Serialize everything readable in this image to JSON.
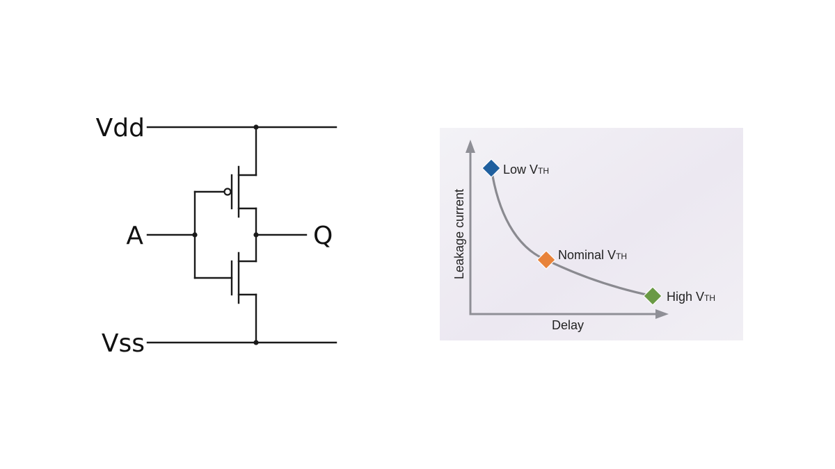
{
  "circuit": {
    "labels": {
      "vdd": "Vdd",
      "vss": "Vss",
      "input": "A",
      "output": "Q"
    }
  },
  "chart": {
    "axis_labels": {
      "x": "Delay",
      "y": "Leakage current"
    },
    "points": [
      {
        "name": "Low V",
        "subscript": "TH",
        "color": "#1f5f9e"
      },
      {
        "name": "Nominal V",
        "subscript": "TH",
        "color": "#e8833a"
      },
      {
        "name": "High V",
        "subscript": "TH",
        "color": "#6a9a45"
      }
    ]
  }
}
